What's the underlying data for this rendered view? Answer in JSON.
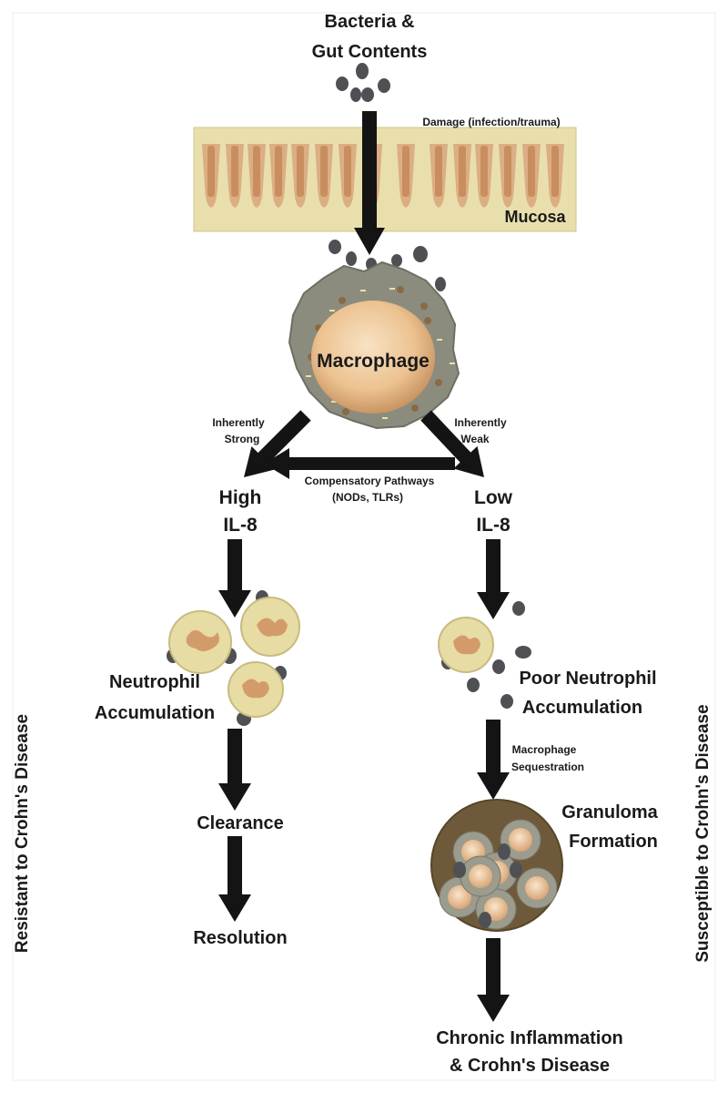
{
  "title_lines": [
    "Bacteria &",
    "Gut Contents"
  ],
  "damage_label": "Damage (infection/trauma)",
  "mucosa_label": "Mucosa",
  "macrophage_label": "Macrophage",
  "strong_lines": [
    "Inherently",
    "Strong"
  ],
  "weak_lines": [
    "Inherently",
    "Weak"
  ],
  "compensatory_lines": [
    "Compensatory Pathways",
    "(NODs, TLRs)"
  ],
  "high_lines": [
    "High",
    "IL-8"
  ],
  "low_lines": [
    "Low",
    "IL-8"
  ],
  "neutrophil_lines": [
    "Neutrophil",
    "Accumulation"
  ],
  "poor_neutrophil_lines": [
    "Poor Neutrophil",
    "Accumulation"
  ],
  "clearance_label": "Clearance",
  "resolution_label": "Resolution",
  "sequestration_lines": [
    "Macrophage",
    "Sequestration"
  ],
  "granuloma_lines": [
    "Granuloma",
    "Formation"
  ],
  "chronic_lines": [
    "Chronic Inflammation",
    "& Crohn's Disease"
  ],
  "resistant_label": "Resistant to Crohn's Disease",
  "susceptible_label": "Susceptible to Crohn's Disease",
  "colors": {
    "mucosa_bg": "#e8dfad",
    "villi": "#dcae83",
    "macrophage_body": "#8c8c7e",
    "nucleus": "#efc89a",
    "neutrophil": "#e6dca4",
    "granuloma": "#6e5a3a",
    "bacteria": "#4f5054",
    "resistant": "#2b3a8f",
    "susceptible": "#a3322a"
  }
}
